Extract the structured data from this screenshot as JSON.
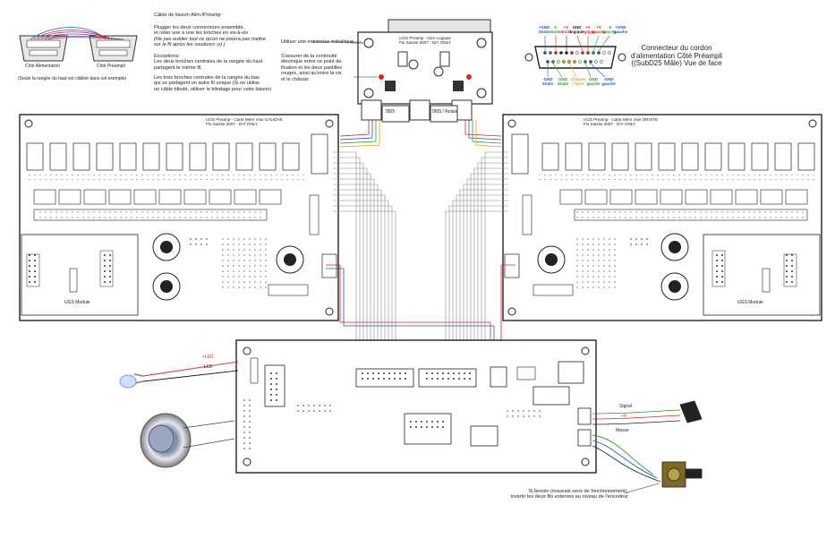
{
  "top_left_note": {
    "title": "Câble de liaison Alim./Préamp :",
    "line1": "Plugger les deux connecteurs ensemble,\net relier une à une les broches en vis-à-vis",
    "line2": "(Ne pas oublier tout ce qu'on ne pourra pas mettre\nsur le fil après les soudures ;o) )",
    "exceptions": "Exceptions:\nLes deux broches centrales de la rangée du haut\npartagent le même fil,",
    "line3": "Les trois broches centrales de la rangée du bas\nqui se partagent un autre fil unique (Si on utilise\nun câble blindé, utiliser le blindage pour cette liaison)"
  },
  "cable_labels": {
    "side_alim": "Côté Alimentation",
    "side_preamp": "Côté Préampli",
    "note": "(Seule la rangée du haut est câblée dans cet exemple)"
  },
  "center_notes": {
    "spacer": "Utiliser une entretoise métallique",
    "continuity": "S'assurer de la continuité\nélectrique entre ce point de\nfixation et les deux pastilles\nrouges, ainsi qu'entre la vis\net le châssis"
  },
  "top_board": {
    "title": "UGS Preamp - Alim Logique\nFlo Suisse 2007 · DIY ONLY",
    "reg1": "7805",
    "reg2": "7805 / Relais"
  },
  "subd": {
    "title": "Connecteur du cordon d'alimentation\nCôté Préampli ((SubD25 Mâle)\nVue de face",
    "top_pins": [
      {
        "label": "+GND\ndroite",
        "color": "#2255cc"
      },
      {
        "label": "-V\ndroite",
        "color": "#2a9a2a"
      },
      {
        "label": "+V\ndroite",
        "color": "#d22"
      },
      {
        "label": "GND\nlogique",
        "color": "#222"
      },
      {
        "label": "+V\nlogique",
        "color": "#d22"
      },
      {
        "label": "+V\ngauche",
        "color": "#d22"
      },
      {
        "label": "-V\ngauche",
        "color": "#2a9a2a"
      },
      {
        "label": "+GND\ngauche",
        "color": "#2255cc"
      }
    ],
    "bottom_pins": [
      {
        "label": "-GND\ndroite",
        "color": "#2255cc"
      },
      {
        "label": "GND\ndroite",
        "color": "#2a9a2a"
      },
      {
        "label": "Chassis\n/ Terre",
        "color": "#e8a000"
      },
      {
        "label": "GND\ngauche",
        "color": "#2a9a2a"
      },
      {
        "label": "-GND\ngauche",
        "color": "#2255cc"
      }
    ]
  },
  "left_board": {
    "title": "UGS Preamp - Carte Mère Voie GAUCHE\nFlo Suisse 2007 · DIY ONLY",
    "module": "UGS Module"
  },
  "right_board": {
    "title": "UGS Preamp - Carte Mère Voie DROITE\nFlo Suisse 2007 · DIY ONLY",
    "module": "UGS Module"
  },
  "bottom_board": {
    "led_plus": "+LED",
    "led_minus": "-LED",
    "signal": "Signal",
    "plus_v": "+V",
    "masse": "Masse",
    "encoder_note": "Si besoin (mauvais sens de fonctionnement),\ninvertir les deux fils externes au niveau de l'encodeur"
  }
}
